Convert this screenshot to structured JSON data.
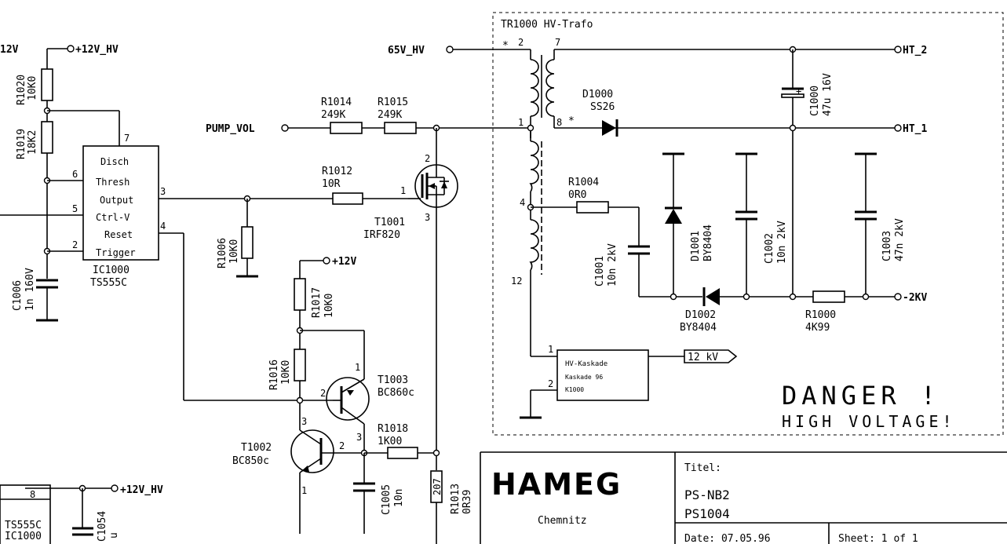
{
  "nets": {
    "v12_hv_top": "+12V_HV",
    "v12_left": "12V",
    "v65_hv": "65V_HV",
    "pump_vol": "PUMP_VOL",
    "ht2": "HT_2",
    "ht1": "HT_1",
    "minus2kv": "-2KV",
    "v12": "+12V",
    "v12_hv_bottom": "+12V_HV",
    "kv12": "12 kV"
  },
  "ic1000": {
    "name": "IC1000",
    "type": "TS555C",
    "pins": [
      {
        "num": "7",
        "label": "Disch"
      },
      {
        "num": "6",
        "label": "Thresh"
      },
      {
        "num": "3",
        "label": "Output"
      },
      {
        "num": "5",
        "label": "Ctrl-V"
      },
      {
        "num": "4",
        "label": "Reset"
      },
      {
        "num": "2",
        "label": "Trigger"
      }
    ]
  },
  "resistors": {
    "r1020": {
      "name": "R1020",
      "value": "10K0"
    },
    "r1019": {
      "name": "R1019",
      "value": "18K2"
    },
    "r1014": {
      "name": "R1014",
      "value": "249K"
    },
    "r1015": {
      "name": "R1015",
      "value": "249K"
    },
    "r1012": {
      "name": "R1012",
      "value": "10R"
    },
    "r1006": {
      "name": "R1006",
      "value": "10K0"
    },
    "r1017": {
      "name": "R1017",
      "value": "10K0"
    },
    "r1016": {
      "name": "R1016",
      "value": "10K0"
    },
    "r1018": {
      "name": "R1018",
      "value": "1K00"
    },
    "r1013": {
      "name": "R1013",
      "value": "0R39",
      "marking": "207"
    },
    "r1004": {
      "name": "R1004",
      "value": "0R0"
    },
    "r1000": {
      "name": "R1000",
      "value": "4K99"
    }
  },
  "capacitors": {
    "c1006": {
      "name": "C1006",
      "value": "1n 160V"
    },
    "c1005": {
      "name": "C1005",
      "value": "10n"
    },
    "c1000": {
      "name": "C1000",
      "value": "47u 16V"
    },
    "c1001": {
      "name": "C1001",
      "value": "10n 2kV"
    },
    "c1002": {
      "name": "C1002",
      "value": "10n 2kV"
    },
    "c1003": {
      "name": "C1003",
      "value": "47n 2kV"
    },
    "c_bottom": {
      "name": "C1054",
      "value": "u"
    }
  },
  "semiconductors": {
    "t1001": {
      "name": "T1001",
      "type": "IRF820"
    },
    "t1002": {
      "name": "T1002",
      "type": "BC850c"
    },
    "t1003": {
      "name": "T1003",
      "type": "BC860c"
    },
    "d1000": {
      "name": "D1000",
      "type": "SS26"
    },
    "d1001": {
      "name": "D1001",
      "type": "BY8404"
    },
    "d1002": {
      "name": "D1002",
      "type": "BY8404"
    }
  },
  "transformer": {
    "name": "TR1000 HV-Trafo",
    "pins": [
      "2",
      "7",
      "1",
      "8",
      "4",
      "12"
    ]
  },
  "cascade": {
    "title": "HV-Kaskade",
    "subtitle": "Kaskade 96",
    "part": "K1000",
    "pins": [
      "1",
      "2"
    ]
  },
  "bottom_ic": {
    "pin": "8",
    "type": "TS555C",
    "name": "IC1000"
  },
  "warning": {
    "line1": "DANGER  !",
    "line2": "HIGH VOLTAGE!"
  },
  "title_block": {
    "company": "HAMEG",
    "city": "Chemnitz",
    "titel_label": "Titel:",
    "title1": "PS-NB2",
    "title2": "PS1004",
    "date": "Date: 07.05.96",
    "sheet": "Sheet: 1   of 1"
  },
  "transistor_pins": {
    "t1001": [
      "2",
      "1",
      "3"
    ],
    "t1002": [
      "3",
      "2",
      "1"
    ],
    "t1003": [
      "1",
      "2",
      "3"
    ]
  }
}
